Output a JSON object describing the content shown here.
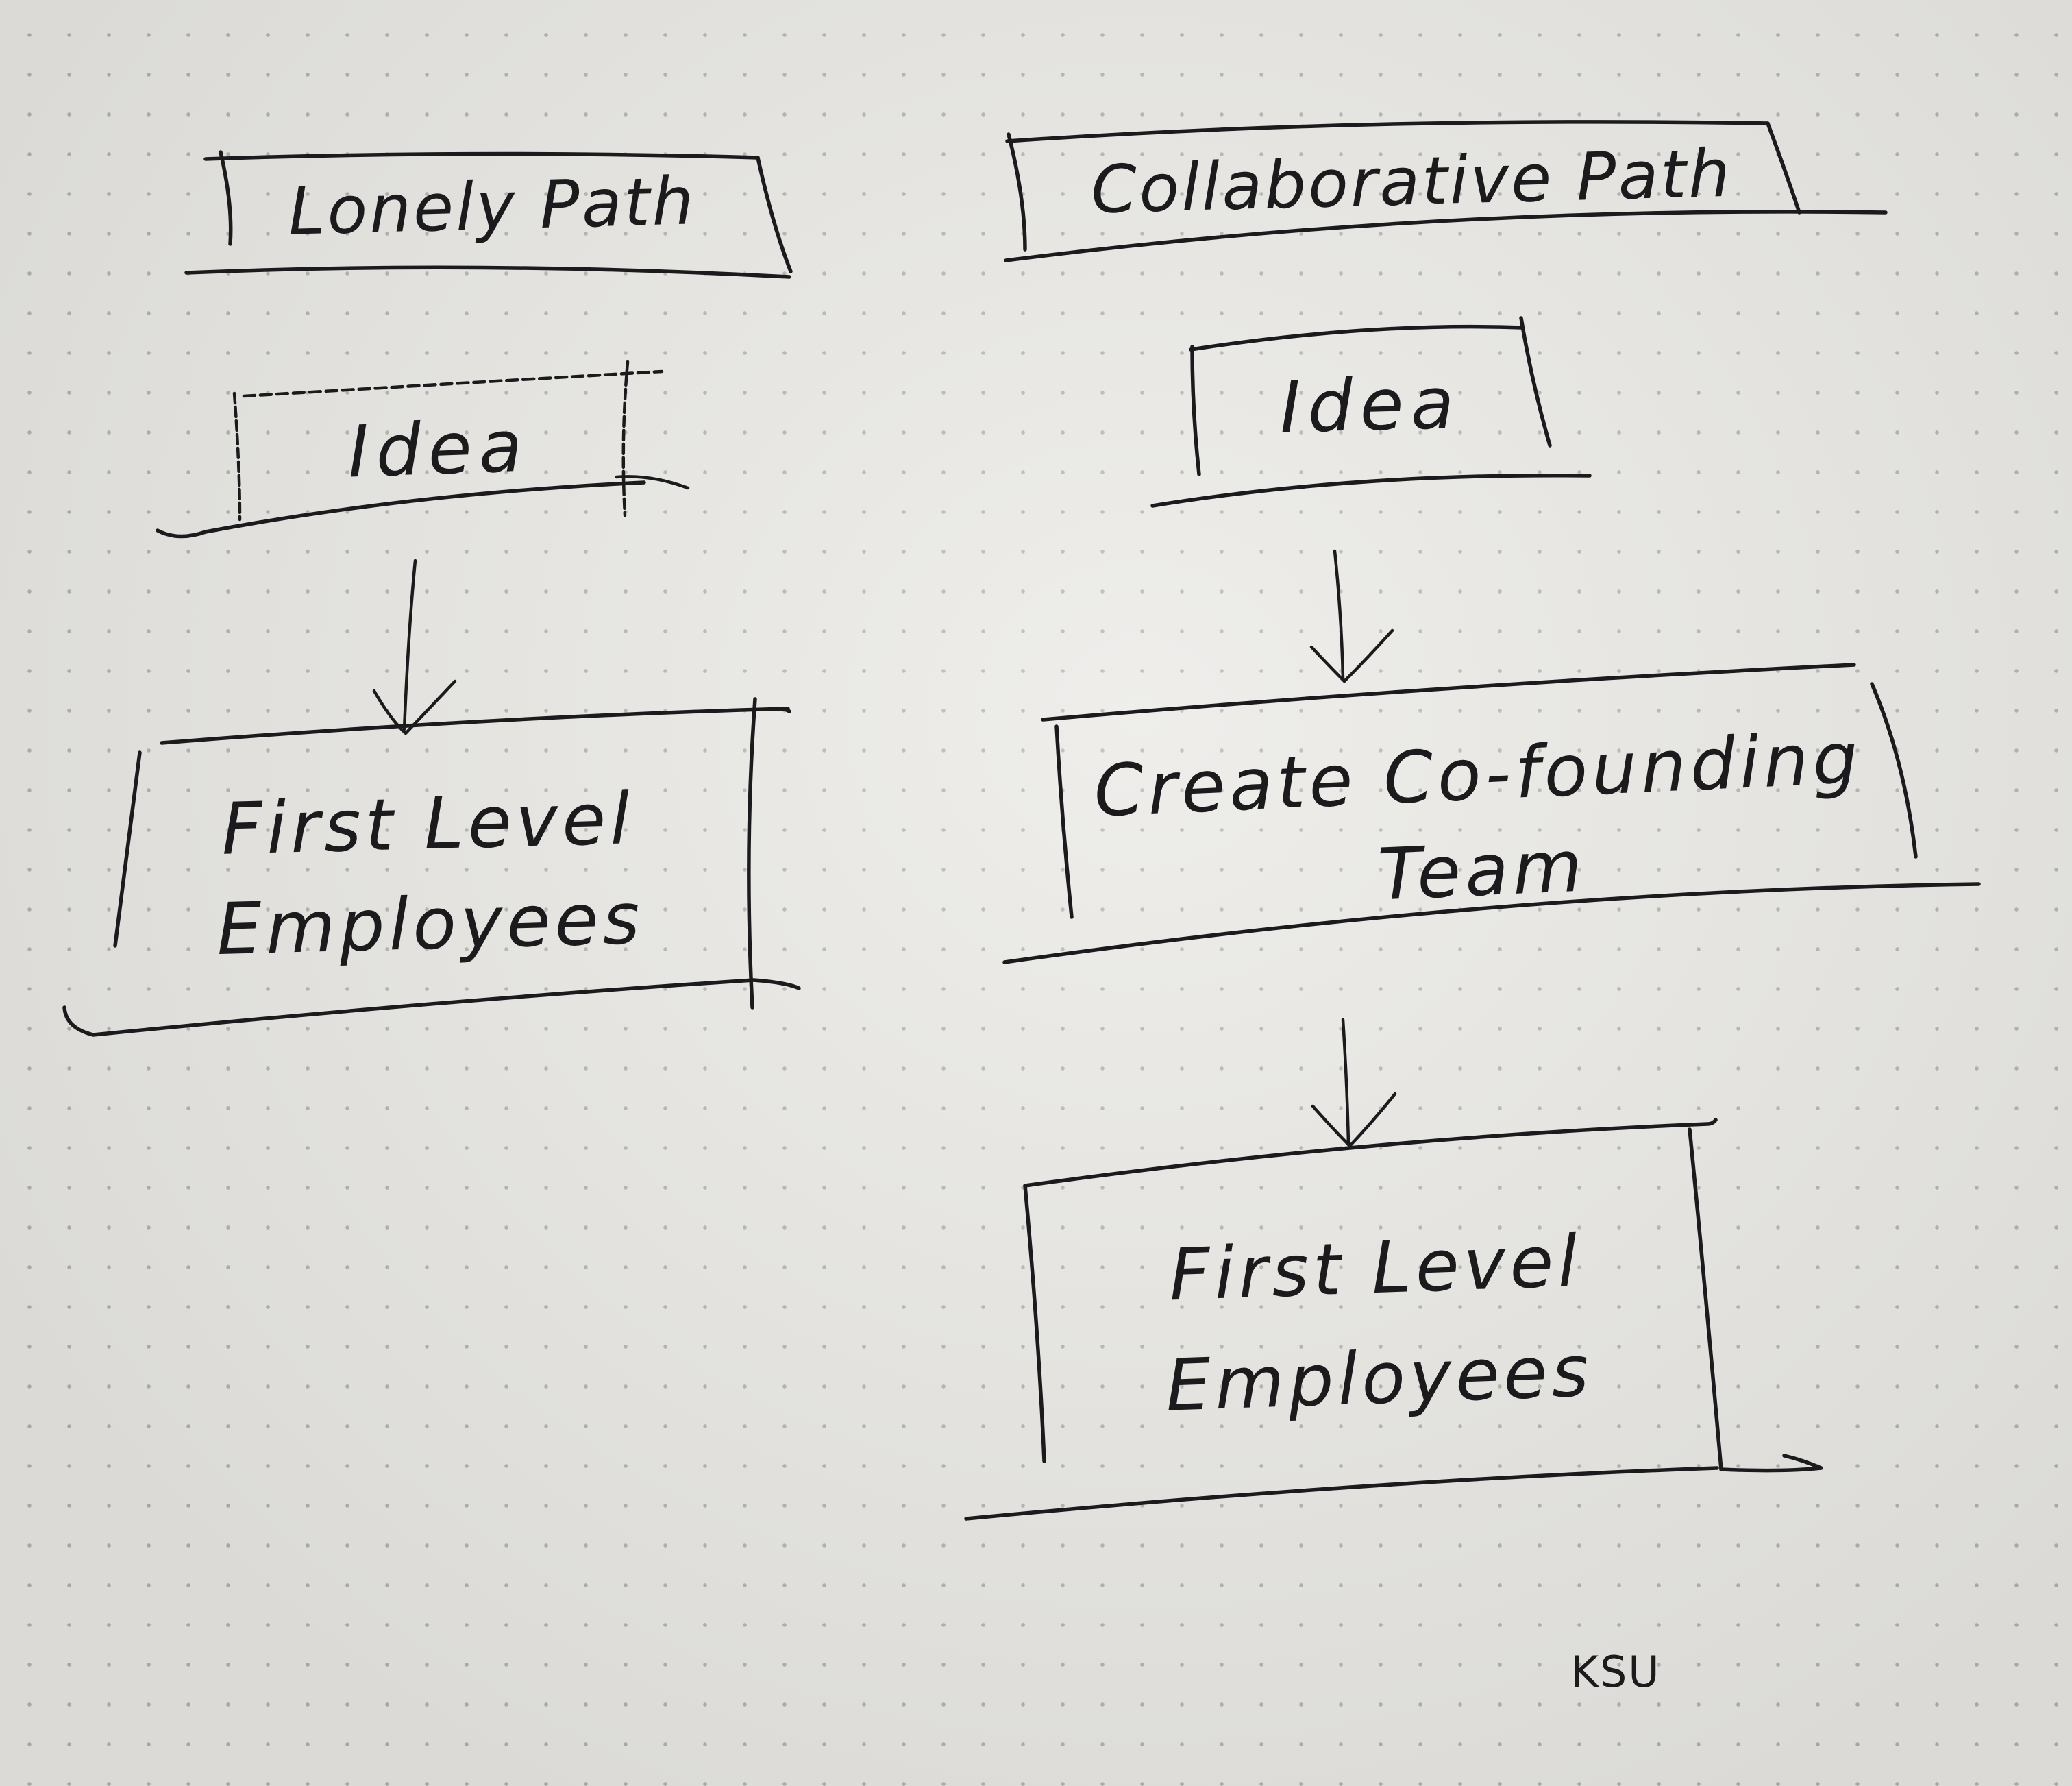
{
  "lonely_path": {
    "title": "Lonely Path",
    "steps": [
      {
        "label": "Idea"
      },
      {
        "label": "First Level Employees"
      }
    ]
  },
  "collaborative_path": {
    "title": "Collaborative Path",
    "steps": [
      {
        "label": "Idea"
      },
      {
        "label": "Create Co-founding Team"
      },
      {
        "label": "First Level Employees"
      }
    ]
  },
  "signature": "KSU",
  "colors": {
    "ink": "#1b1b1d",
    "paper": "#e9e8e4",
    "dot_grid": "#b3b2ad"
  }
}
